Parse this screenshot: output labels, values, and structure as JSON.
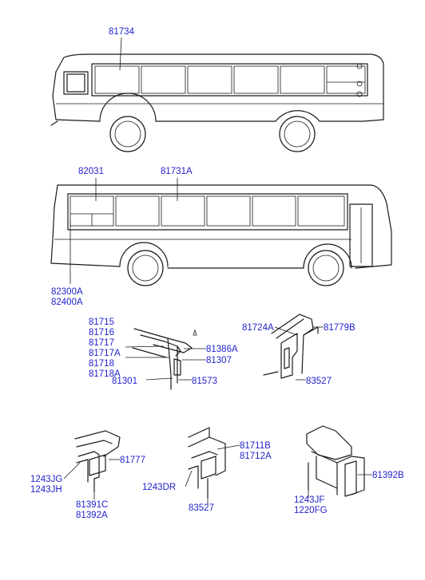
{
  "colors": {
    "label": "#2222cc",
    "line": "#1a1a1a",
    "background": "#ffffff"
  },
  "labels": {
    "top_bus": "81734",
    "mid_82031": "82031",
    "mid_81731A": "81731A",
    "mid_82300A": "82300A",
    "mid_82400A": "82400A",
    "d1_81715": "81715",
    "d1_81716": "81716",
    "d1_81717": "81717",
    "d1_81717A": "81717A",
    "d1_81718": "81718",
    "d1_81718A": "81718A",
    "d1_81386A": "81386A",
    "d1_81307": "81307",
    "d1_81301": "81301",
    "d1_81573": "81573",
    "d2_81724A": "81724A",
    "d2_81779B": "81779B",
    "d2_83527": "83527",
    "d3_1243JG": "1243JG",
    "d3_1243JH": "1243JH",
    "d3_81777": "81777",
    "d3_81391C": "81391C",
    "d3_81392A": "81392A",
    "d4_81711B": "81711B",
    "d4_81712A": "81712A",
    "d4_1243DR": "1243DR",
    "d4_83527": "83527",
    "d5_81392B": "81392B",
    "d5_1243JF": "1243JF",
    "d5_1220FG": "1220FG"
  }
}
